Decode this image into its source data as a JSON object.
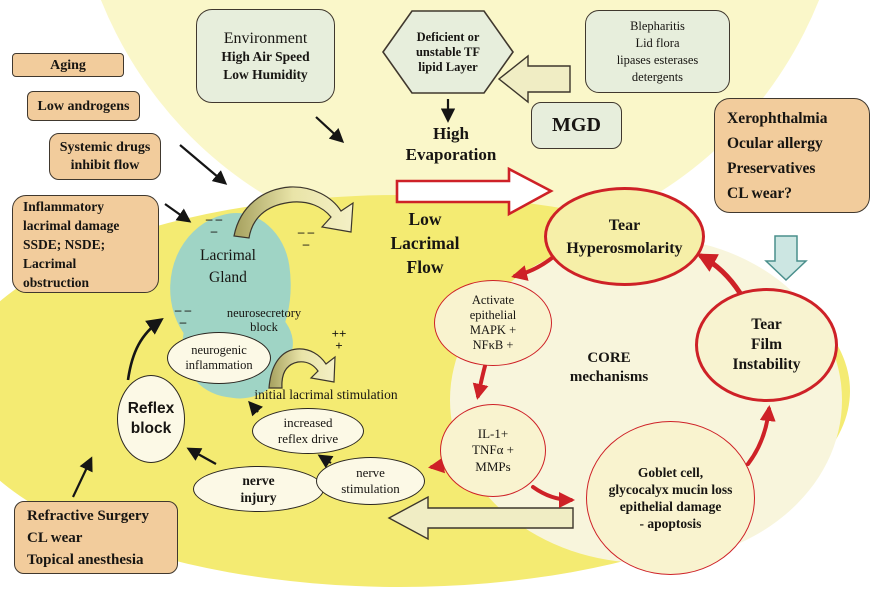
{
  "colors": {
    "top_ellipse": "#FAF7C9",
    "main_ellipse": "#F4EB72",
    "core_ellipse": "#F8F5DC",
    "orange_box": "#F2CC9C",
    "green_box": "#E7EEDC",
    "lacrimal_gland": "#9FD4C5",
    "red_accent": "#CE2127",
    "blue_arrow": "#CCE6E2",
    "cream_arrow": "#F0EDC4",
    "arch_olive": "#A5A05E"
  },
  "nodes": {
    "aging": "Aging",
    "low_androgens": "Low androgens",
    "systemic_drugs": "Systemic drugs\ninhibit flow",
    "inflammatory": "Inflammatory\nlacrimal damage\nSSDE; NSDE;\nLacrimal\nobstruction",
    "refractive": "Refractive Surgery\nCL wear\nTopical anesthesia",
    "environment_title": "Environment",
    "environment_lines": "High Air Speed\nLow Humidity",
    "deficient_lipid": "Deficient or\nunstable TF\nlipid Layer",
    "blepharitis": "Blepharitis\nLid flora\nlipases esterases\ndetergents",
    "mgd": "MGD",
    "xerophthalmia": "Xerophthalmia\nOcular allergy\nPreservatives\nCL wear?",
    "high_evaporation": "High\nEvaporation",
    "low_lacrimal_flow": "Low\nLacrimal\nFlow",
    "tear_hyperosmolarity": "Tear\nHyperosmolarity",
    "tear_film_instability": "Tear\nFilm\nInstability",
    "activate_epithelial": "Activate\nepithelial\nMAPK +\nNFκB +",
    "il1_tnf_mmps": "IL-1+\nTNFα +\nMMPs",
    "goblet_cell": "Goblet cell,\nglycocalyx mucin loss\nepithelial damage\n- apoptosis",
    "core_mechanisms": "CORE\nmechanisms",
    "lacrimal_gland": "Lacrimal\nGland",
    "neurosecretory_block": "neurosecretory\nblock",
    "neurogenic_inflammation": "neurogenic\ninflammation",
    "initial_lacrimal_stimulation": "initial lacrimal stimulation",
    "increased_reflex_drive": "increased\nreflex drive",
    "reflex_block": "Reflex\nblock",
    "nerve_injury": "nerve\ninjury",
    "nerve_stimulation": "nerve\nstimulation"
  },
  "annotations": {
    "minus_gland_top": "– –\n–",
    "minus_gland_right": "– –\n–",
    "minus_neurosecretory": "– –\n–",
    "plus_stimulation": "++\n+"
  }
}
